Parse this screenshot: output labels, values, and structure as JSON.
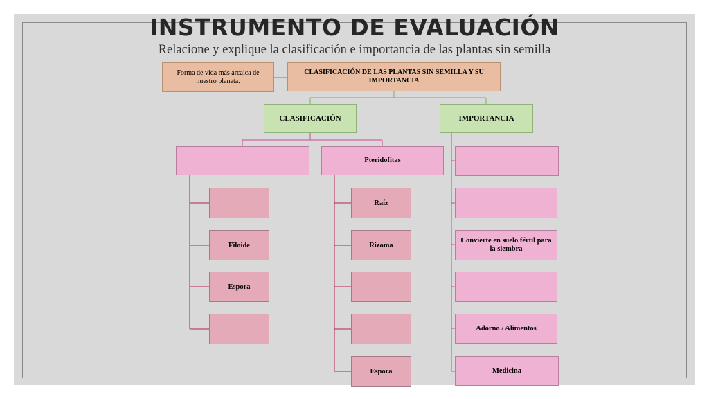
{
  "header": {
    "title": "INSTRUMENTO DE EVALUACIÓN",
    "subtitle": "Relacione y explique la clasificación e importancia de las plantas sin semilla"
  },
  "diagram": {
    "note": "Forma de vida más arcaica de nuestro planeta.",
    "root": "CLASIFICACIÓN DE LAS PLANTAS SIN SEMILLA Y SU IMPORTANCIA",
    "clasificacion": {
      "label": "CLASIFICACIÓN",
      "group_a": {
        "label": "",
        "items": [
          "",
          "Filoide",
          "Espora",
          ""
        ]
      },
      "group_b": {
        "label": "Pteridofitas",
        "items": [
          "Raíz",
          "Rizoma",
          "",
          "",
          "Espora"
        ]
      }
    },
    "importancia": {
      "label": "IMPORTANCIA",
      "items": [
        "",
        "",
        "Convierte en suelo fértil para la siembra",
        "",
        "Adorno / Alimentos",
        "Medicina"
      ]
    }
  },
  "colors": {
    "green_connector": "#7bb34a",
    "pink_connector": "#d1479a",
    "red_connector": "#b4224a"
  }
}
